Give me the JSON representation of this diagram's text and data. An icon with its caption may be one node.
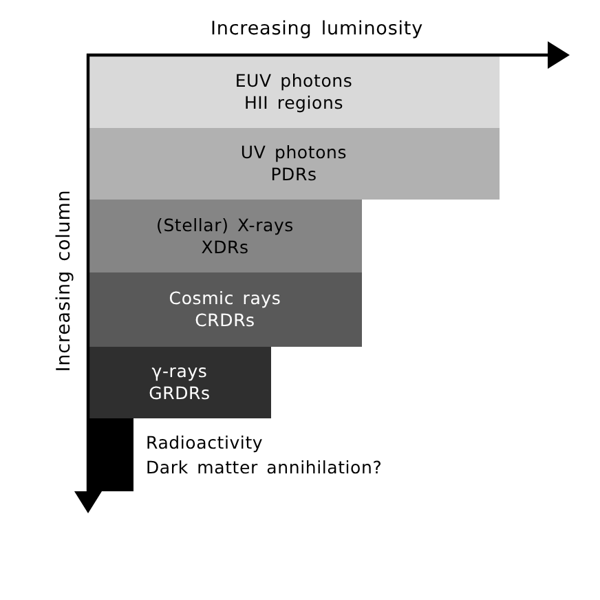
{
  "diagram": {
    "nodes": [
      {
        "text": [
          "EUV photons",
          "HII regions"
        ]
      },
      {
        "text": [
          "UV photons",
          "PDRs"
        ]
      },
      {
        "text": [
          "(Stellar) X-rays",
          "XDRs"
        ]
      },
      {
        "text": [
          "Cosmic rays",
          "CRDRs"
        ]
      },
      {
        "text": [
          "γ-rays",
          "GRDRs"
        ]
      },
      {
        "text": [],
        "shape": "bar",
        "beside": [
          "Radioactivity",
          "Dark matter annihilation?"
        ]
      }
    ],
    "labels": [
      "Increasing luminosity",
      "Increasing column"
    ]
  }
}
